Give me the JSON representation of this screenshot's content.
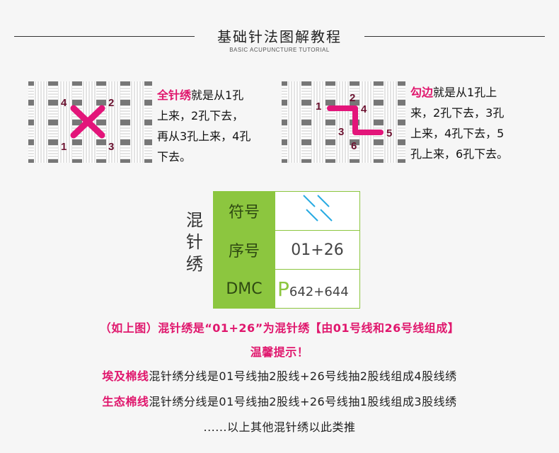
{
  "header": {
    "title": "基础针法图解教程",
    "subtitle": "BASIC ACUPUNCTURE TUTORIAL"
  },
  "full_stitch": {
    "term": "全针绣",
    "lines": [
      "就是从1孔",
      "上来，2孔下去，",
      "再从3孔上来，4孔",
      "下去。"
    ],
    "holes": [
      "4",
      "2",
      "1",
      "3"
    ]
  },
  "outline_stitch": {
    "term": "勾边",
    "lines": [
      "就是从1孔上",
      "来，2孔下去，3孔",
      "上来，4孔下去，5",
      "孔上来，6孔下去。"
    ],
    "holes": [
      "1",
      "2",
      "4",
      "3",
      "5",
      "6"
    ]
  },
  "mixed_table": {
    "vertical_title": [
      "混",
      "针",
      "绣"
    ],
    "rows": [
      {
        "label": "符号",
        "value": ""
      },
      {
        "label": "序号",
        "value": "01+26"
      },
      {
        "label": "DMC",
        "value_prefix": "P",
        "value": "642+644"
      }
    ],
    "symbol_color": "#29abe2"
  },
  "notes": {
    "line1": "（如上图）混针绣是“01+26”为混针绣【由01号线和26号线组成】",
    "line2": "温馨提示！",
    "line3_term": "埃及棉线",
    "line3_text": "混针绣分线是01号线抽2股线+26号线抽2股线组成4股线绣",
    "line4_term": "生态棉线",
    "line4_text": "混针绣分线是01号线抽2股线+26号线抽1股线组成3股线绣",
    "line5": "......以上其他混针绣以此类推"
  },
  "colors": {
    "accent_pink": "#e0176d",
    "stitch_magenta": "#e3157a",
    "table_green": "#8cc63f",
    "hole_label": "#6b1230"
  }
}
